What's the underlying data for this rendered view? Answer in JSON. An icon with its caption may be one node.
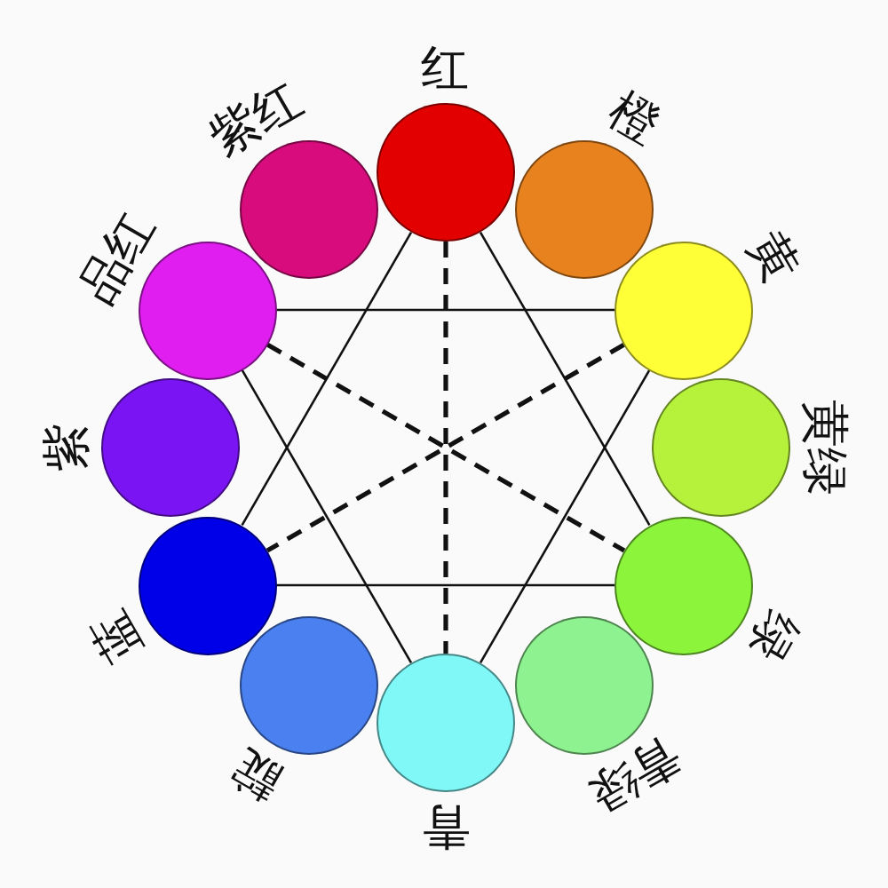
{
  "diagram": {
    "nodes": [
      {
        "text": [
          "红"
        ]
      },
      {
        "text": [
          "橙"
        ]
      },
      {
        "text": [
          "黄"
        ]
      },
      {
        "text": [
          "黄绿"
        ]
      },
      {
        "text": [
          "绿"
        ]
      },
      {
        "text": [
          "青绿"
        ]
      },
      {
        "text": [
          "青"
        ]
      },
      {
        "text": [
          "靛"
        ]
      },
      {
        "text": [
          "蓝"
        ]
      },
      {
        "text": [
          "紫"
        ]
      },
      {
        "text": [
          "品红"
        ]
      },
      {
        "text": [
          "紫红"
        ]
      }
    ],
    "edges": [
      {
        "from": 0,
        "to": 4,
        "arrow": "none"
      },
      {
        "from": 4,
        "to": 8,
        "arrow": "none"
      },
      {
        "from": 8,
        "to": 0,
        "arrow": "none"
      },
      {
        "from": 10,
        "to": 2,
        "arrow": "none"
      },
      {
        "from": 2,
        "to": 6,
        "arrow": "none"
      },
      {
        "from": 6,
        "to": 10,
        "arrow": "none"
      },
      {
        "from": 0,
        "to": 6,
        "arrow": "none",
        "style": "dashed"
      },
      {
        "from": 10,
        "to": 4,
        "arrow": "none",
        "style": "dashed"
      },
      {
        "from": 2,
        "to": 8,
        "arrow": "none",
        "style": "dashed"
      }
    ]
  }
}
